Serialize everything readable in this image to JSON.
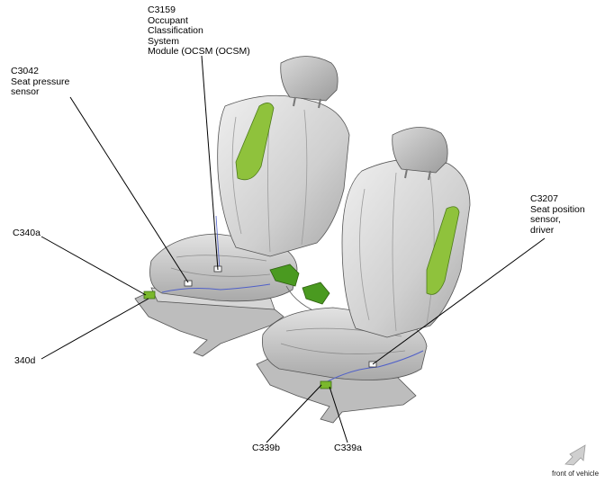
{
  "callouts": {
    "c3159": "C3159\nOccupant\nClassification\nSystem\nModule (OCSM (OCSM)",
    "c3042": "C3042\nSeat pressure\nsensor",
    "c340a": "C340a",
    "c340d": "340d",
    "c3207": "C3207\nSeat position\nsensor,\ndriver",
    "c339b": "C339b",
    "c339a": "C339a"
  },
  "direction_label": "front of vehicle",
  "colors": {
    "seat_light": "#e6e6e6",
    "seat_mid": "#c8c8c8",
    "seat_dark": "#9a9a9a",
    "airbag_green": "#8fc23c",
    "buckle_green": "#4a9a20",
    "wire_blue": "#5060c8",
    "arrow_gray": "#cfcfcf"
  }
}
